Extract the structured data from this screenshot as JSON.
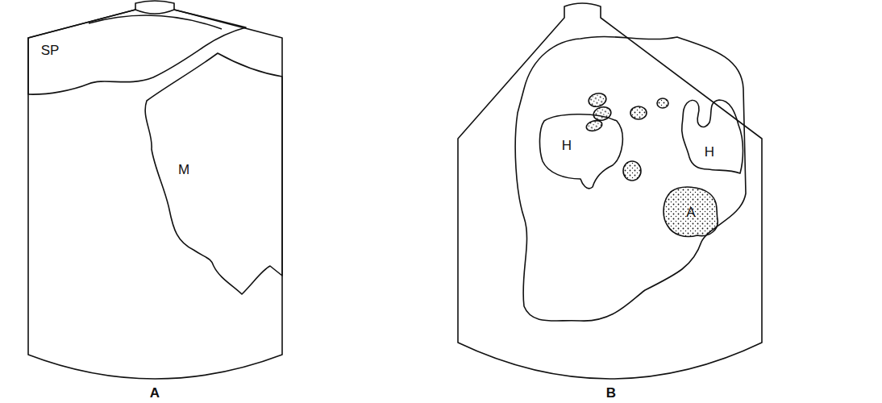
{
  "diagram": {
    "nodes": [
      {
        "text": [
          "SP"
        ]
      },
      {
        "text": [
          "M"
        ]
      },
      {
        "text": [
          "H"
        ]
      },
      {
        "text": [
          "H"
        ]
      },
      {
        "text": [
          "A"
        ]
      }
    ],
    "labels": [
      "A",
      "B"
    ]
  }
}
